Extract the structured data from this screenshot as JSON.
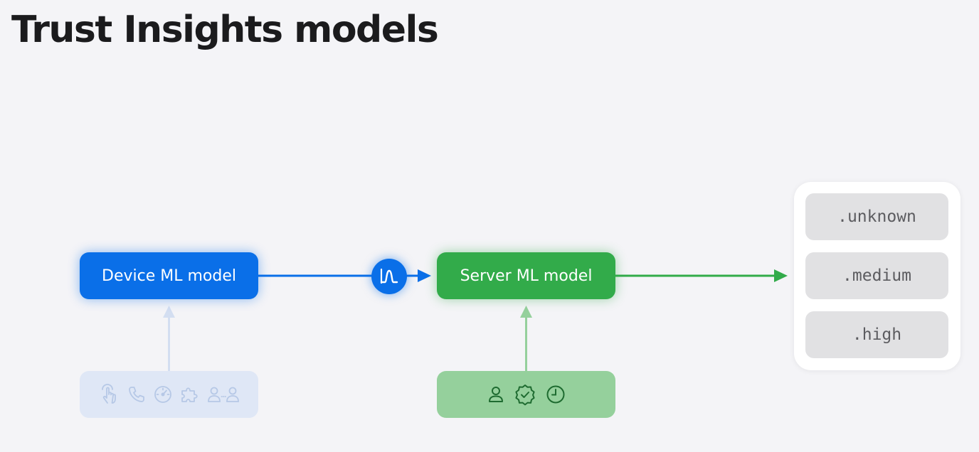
{
  "title": "Trust Insights models",
  "device_model": {
    "label": "Device ML model",
    "signal_icons": [
      "tap-gesture-icon",
      "phone-icon",
      "gauge-icon",
      "puzzle-piece-icon",
      "people-icon"
    ]
  },
  "score_icon": "distribution-curve-icon",
  "server_model": {
    "label": "Server ML model",
    "signal_icons": [
      "person-icon",
      "verified-badge-icon",
      "clock-icon"
    ]
  },
  "results": {
    "items": [
      ".unknown",
      ".medium",
      ".high"
    ]
  },
  "colors": {
    "device_blue": "#0a6fe8",
    "server_green": "#32ab4a",
    "device_signals_bg": "#dfe7f6",
    "server_signals_bg": "#95d09c",
    "result_item_bg": "#e1e1e3"
  }
}
